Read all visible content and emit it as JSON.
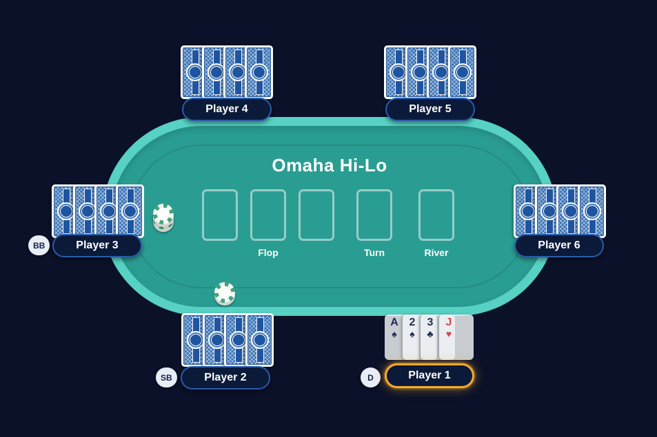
{
  "table": {
    "game_title": "Omaha Hi-Lo",
    "felt_color": "#2a9d92",
    "rim_color": "#56d1c3",
    "background_color": "#0b1129"
  },
  "board": {
    "slot_count": 5,
    "flop_label": "Flop",
    "turn_label": "Turn",
    "river_label": "River",
    "slots": [
      "flop-1",
      "flop-2",
      "flop-3",
      "turn",
      "river"
    ]
  },
  "players": [
    {
      "name": "Player 1",
      "badge": "D",
      "is_dealer": true,
      "active": true,
      "cards": [
        {
          "rank": "A",
          "suit": "spades",
          "glyph": "♠",
          "color": "#1e2c52"
        },
        {
          "rank": "2",
          "suit": "spades",
          "glyph": "♠",
          "color": "#1e2c52"
        },
        {
          "rank": "3",
          "suit": "clubs",
          "glyph": "♣",
          "color": "#1e2c52"
        },
        {
          "rank": "J",
          "suit": "hearts",
          "glyph": "♥",
          "color": "#d0484f"
        }
      ]
    },
    {
      "name": "Player 2",
      "badge": "SB",
      "facedown_cards": 4
    },
    {
      "name": "Player 3",
      "badge": "BB",
      "facedown_cards": 4
    },
    {
      "name": "Player 4",
      "facedown_cards": 4
    },
    {
      "name": "Player 5",
      "facedown_cards": 4
    },
    {
      "name": "Player 6",
      "facedown_cards": 4
    }
  ],
  "chips": [
    {
      "location": "big-blind-bet",
      "stack": 2,
      "accent_color": "#43a474"
    },
    {
      "location": "small-blind-bet",
      "stack": 1,
      "accent_color": "#43a474"
    }
  ],
  "accent_colors": {
    "active_player_highlight": "#f7a92d",
    "nameplate_border": "#2a5cab",
    "nameplate_background": "#0c1a3a",
    "card_back_blue": "#3a72b4"
  }
}
